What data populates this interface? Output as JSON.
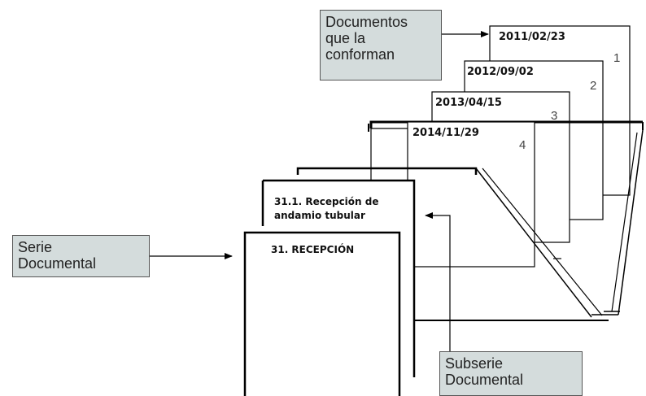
{
  "callouts": {
    "documentos": {
      "lines": [
        "Documentos",
        "que la",
        "conforman"
      ]
    },
    "serie": {
      "lines": [
        "Serie",
        "Documental"
      ]
    },
    "subserie": {
      "lines": [
        "Subserie",
        "Documental"
      ]
    }
  },
  "documents": [
    {
      "date": "2011/02/23",
      "number": "1"
    },
    {
      "date": "2012/09/02",
      "number": "2"
    },
    {
      "date": "2013/04/15",
      "number": "3"
    },
    {
      "date": "2014/11/29",
      "number": "4"
    }
  ],
  "subserie_folder": {
    "lines": [
      "31.1. Recepción de",
      "andamio tubular"
    ]
  },
  "serie_folder": {
    "title": "31. RECEPCIÓN"
  }
}
